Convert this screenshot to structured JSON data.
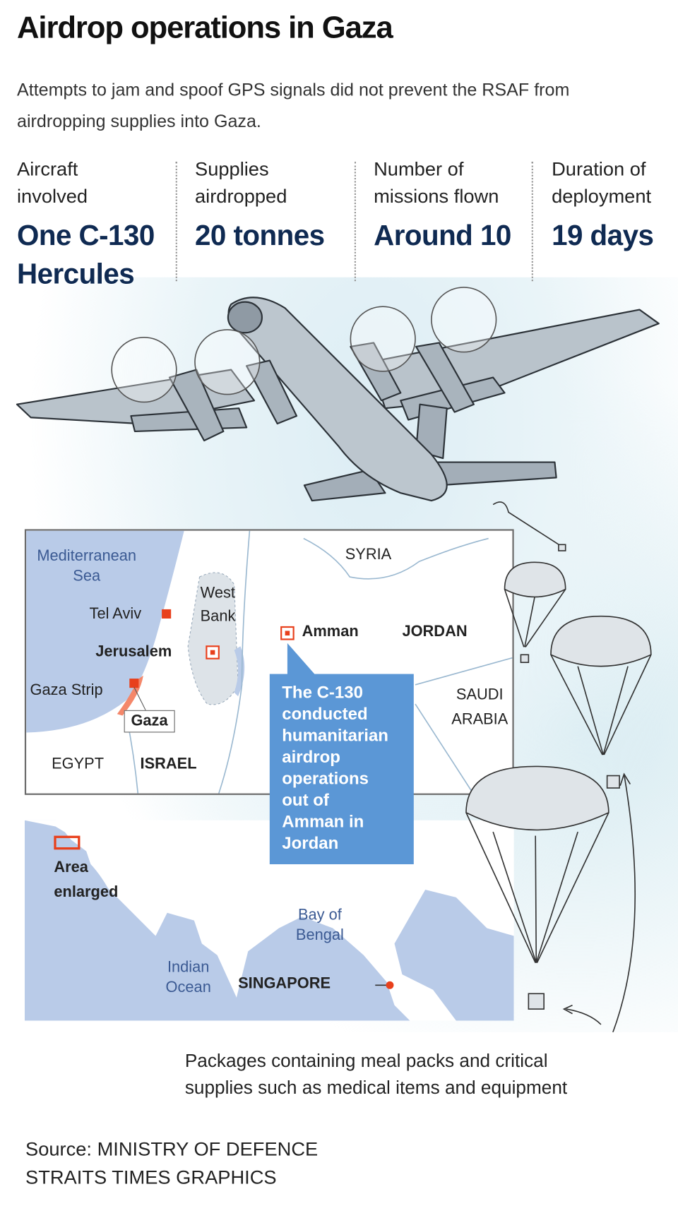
{
  "title": "Airdrop operations in Gaza",
  "subtitle": "Attempts to jam and spoof GPS signals did not prevent the RSAF from airdropping supplies into Gaza.",
  "stats": [
    {
      "label_1": "Aircraft",
      "label_2": "involved",
      "value_1": "One C-130",
      "value_2": "Hercules"
    },
    {
      "label_1": "Supplies",
      "label_2": "airdropped",
      "value_1": "20 tonnes",
      "value_2": ""
    },
    {
      "label_1": "Number of",
      "label_2": "missions flown",
      "value_1": "Around 10",
      "value_2": ""
    },
    {
      "label_1": "Duration of",
      "label_2": "deployment",
      "value_1": "19 days",
      "value_2": ""
    }
  ],
  "map": {
    "sea_1": "Mediterranean",
    "sea_2": "Sea",
    "tel_aviv": "Tel Aviv",
    "west_bank_1": "West",
    "west_bank_2": "Bank",
    "jerusalem": "Jerusalem",
    "gaza_strip": "Gaza Strip",
    "gaza": "Gaza",
    "egypt": "EGYPT",
    "israel": "ISRAEL",
    "syria": "SYRIA",
    "amman": "Amman",
    "jordan": "JORDAN",
    "saudi_1": "SAUDI",
    "saudi_2": "ARABIA",
    "callout": [
      "The C-130",
      "conducted",
      "humanitarian",
      "airdrop",
      "operations",
      "out of",
      "Amman in",
      "Jordan"
    ]
  },
  "locator": {
    "area_1": "Area",
    "area_2": "enlarged",
    "bay_1": "Bay of",
    "bay_2": "Bengal",
    "ocean_1": "Indian",
    "ocean_2": "Ocean",
    "singapore": "SINGAPORE"
  },
  "caption": [
    "Packages containing meal packs and critical",
    "supplies such as medical items and equipment"
  ],
  "source": [
    "Source: MINISTRY OF DEFENCE",
    "STRAITS TIMES GRAPHICS"
  ],
  "colors": {
    "navy": "#0f2a52",
    "marker": "#e8401c",
    "sea": "#b9cbe8",
    "callout": "#5b97d6",
    "gaza": "#f4876a"
  }
}
